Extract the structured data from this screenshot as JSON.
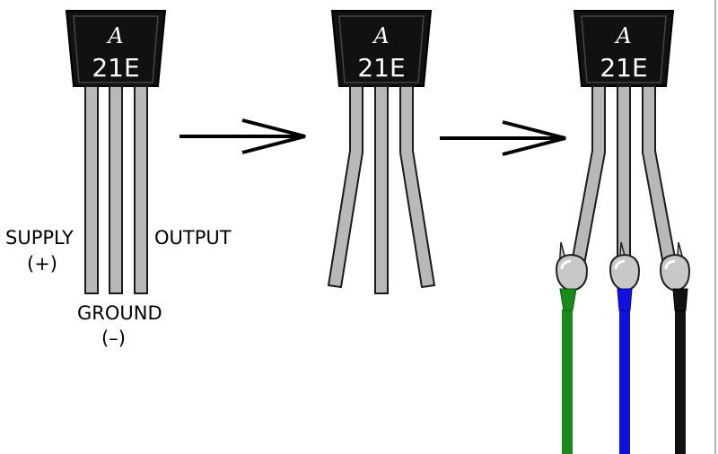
{
  "sensor": {
    "logo": "A",
    "part_number": "21E"
  },
  "pin_labels": {
    "supply": "SUPPLY",
    "supply_symbol": "(+)",
    "ground": "GROUND",
    "ground_symbol": "(–)",
    "output": "OUTPUT"
  },
  "steps": [
    {
      "step": 1,
      "description": "straight-leads"
    },
    {
      "step": 2,
      "description": "bent-leads"
    },
    {
      "step": 3,
      "description": "soldered-wires"
    }
  ],
  "arrows": [
    {
      "from_step": 1,
      "to_step": 2,
      "icon": "right-arrow-icon"
    },
    {
      "from_step": 2,
      "to_step": 3,
      "icon": "right-arrow-icon"
    }
  ],
  "wires": [
    {
      "pin": "supply",
      "color": "#1a8a1a"
    },
    {
      "pin": "ground",
      "color": "#1010e0"
    },
    {
      "pin": "output",
      "color": "#111111"
    }
  ],
  "colors": {
    "package": "#111111",
    "lead_fill": "#b8b8b8",
    "lead_outline": "#1a1a1a",
    "solder": "#c8c8c8"
  }
}
